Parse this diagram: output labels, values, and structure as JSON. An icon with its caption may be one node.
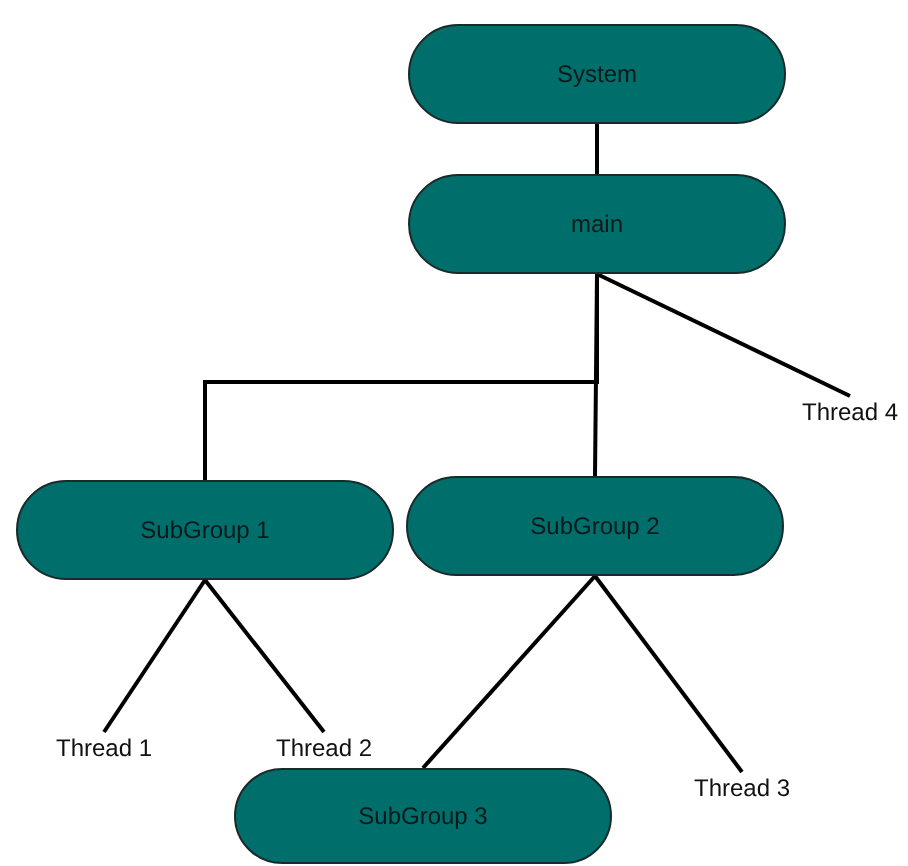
{
  "diagram": {
    "nodes": [
      {
        "text": [
          "System"
        ]
      },
      {
        "text": [
          "main"
        ]
      },
      {
        "text": [
          "Thread 4"
        ]
      },
      {
        "text": [
          "SubGroup 1"
        ]
      },
      {
        "text": [
          "SubGroup 2"
        ]
      },
      {
        "text": [
          "Thread 1"
        ]
      },
      {
        "text": [
          "Thread 2"
        ]
      },
      {
        "text": [
          "Thread 3"
        ]
      },
      {
        "text": [
          "SubGroup 3"
        ]
      }
    ],
    "edges": [
      {
        "from": 0,
        "to": 1,
        "arrow": "none"
      },
      {
        "from": 1,
        "to": 3,
        "arrow": "none"
      },
      {
        "from": 1,
        "to": 4,
        "arrow": "none"
      },
      {
        "from": 1,
        "to": 2,
        "arrow": "none"
      },
      {
        "from": 3,
        "to": 5,
        "arrow": "none"
      },
      {
        "from": 3,
        "to": 6,
        "arrow": "none"
      },
      {
        "from": 4,
        "to": 8,
        "arrow": "none"
      },
      {
        "from": 4,
        "to": 7,
        "arrow": "none"
      }
    ]
  }
}
